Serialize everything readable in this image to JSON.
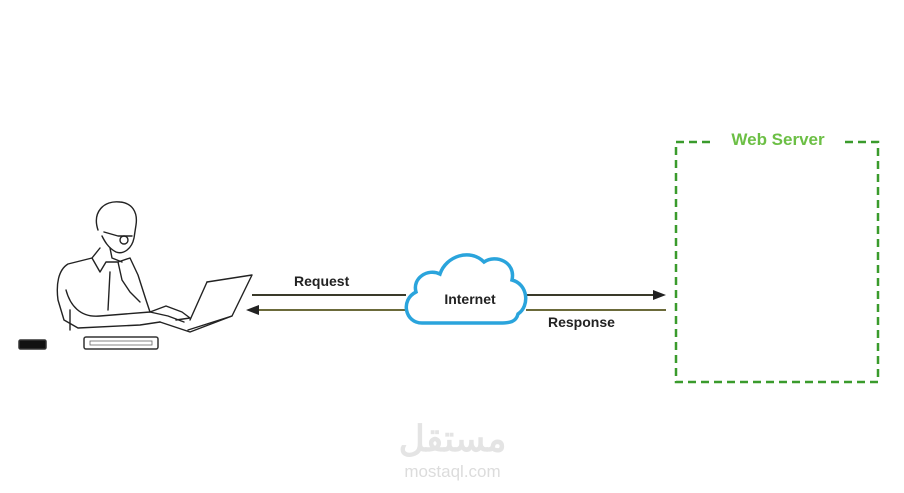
{
  "diagram": {
    "request_label": "Request",
    "response_label": "Response",
    "cloud_label": "Internet",
    "server_title": "Web Server"
  },
  "watermark": {
    "arabic": "مستقل",
    "latin": "mostaql.com"
  },
  "colors": {
    "server_border": "#3a9b2c",
    "server_title": "#6cbf45",
    "cloud": "#2aa4dc",
    "arrow": "#3a3a2a"
  }
}
